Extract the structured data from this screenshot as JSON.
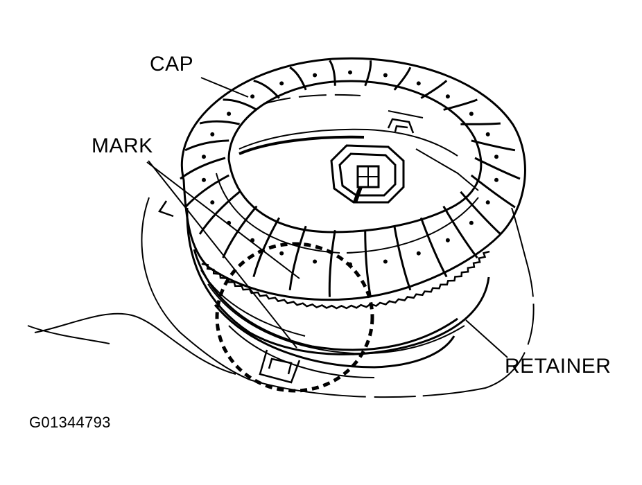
{
  "labels": {
    "cap": "CAP",
    "mark": "MARK",
    "retainer": "RETAINER"
  },
  "figure_code": "G01344793"
}
